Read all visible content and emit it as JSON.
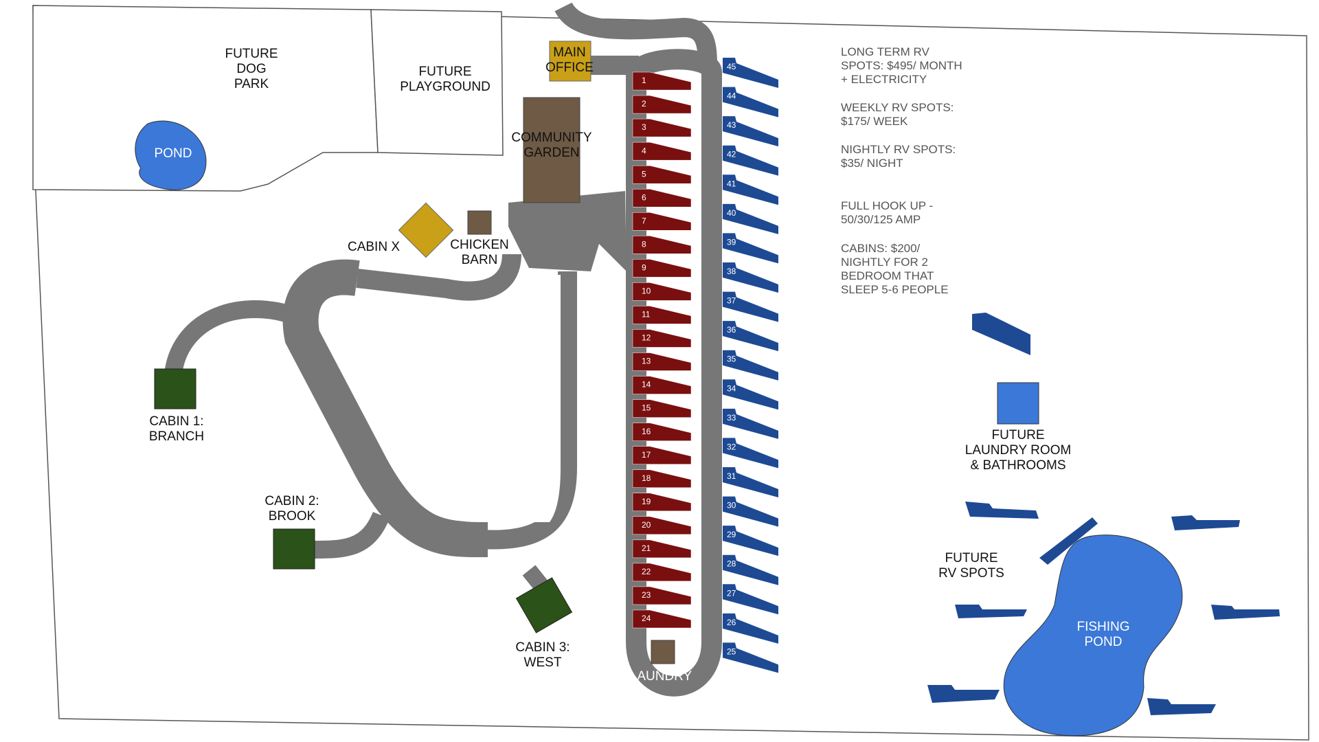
{
  "labels": {
    "dog_park": [
      "FUTURE",
      "DOG",
      "PARK"
    ],
    "playground": [
      "FUTURE",
      "PLAYGROUND"
    ],
    "pond": "POND",
    "main_office": [
      "MAIN",
      "OFFICE"
    ],
    "community_garden": [
      "COMMUNITY",
      "GARDEN"
    ],
    "cabin_x": "CABIN X",
    "chicken_barn": [
      "CHICKEN",
      "BARN"
    ],
    "cabin1": [
      "CABIN 1:",
      "BRANCH"
    ],
    "cabin2": [
      "CABIN 2:",
      "BROOK"
    ],
    "cabin3": [
      "CABIN 3:",
      "WEST"
    ],
    "laundry": "LAUNDRY",
    "future_laundry": [
      "FUTURE",
      "LAUNDRY ROOM",
      "& BATHROOMS"
    ],
    "future_rv": [
      "FUTURE",
      "RV SPOTS"
    ],
    "fishing_pond": [
      "FISHING",
      "POND"
    ]
  },
  "pricing": {
    "long_term": [
      "LONG TERM RV",
      "SPOTS: $495/ MONTH",
      "+ ELECTRICITY"
    ],
    "weekly": [
      "WEEKLY RV SPOTS:",
      "$175/ WEEK"
    ],
    "nightly": [
      "NIGHTLY RV SPOTS:",
      "$35/ NIGHT"
    ],
    "hookup": [
      "FULL HOOK UP -",
      "50/30/125 AMP"
    ],
    "cabins": [
      "CABINS: $200/",
      "NIGHTLY FOR 2",
      "BEDROOM THAT",
      "SLEEP 5-6 PEOPLE"
    ]
  },
  "inner_spots": [
    "1",
    "2",
    "3",
    "4",
    "5",
    "6",
    "7",
    "8",
    "9",
    "10",
    "11",
    "12",
    "13",
    "14",
    "15",
    "16",
    "17",
    "18",
    "19",
    "20",
    "21",
    "22",
    "23",
    "24"
  ],
  "outer_spots": [
    "45",
    "44",
    "43",
    "42",
    "41",
    "40",
    "39",
    "38",
    "37",
    "36",
    "35",
    "34",
    "33",
    "32",
    "31",
    "30",
    "29",
    "28",
    "27",
    "26",
    "25"
  ],
  "colors": {
    "road": "#777777",
    "inner_spot": "#7a0f0f",
    "outer_spot": "#1e4a94",
    "pond": "#3b78d8",
    "cabin": "#2b5219",
    "office": "#c9a017",
    "garden": "#6e5a45"
  }
}
